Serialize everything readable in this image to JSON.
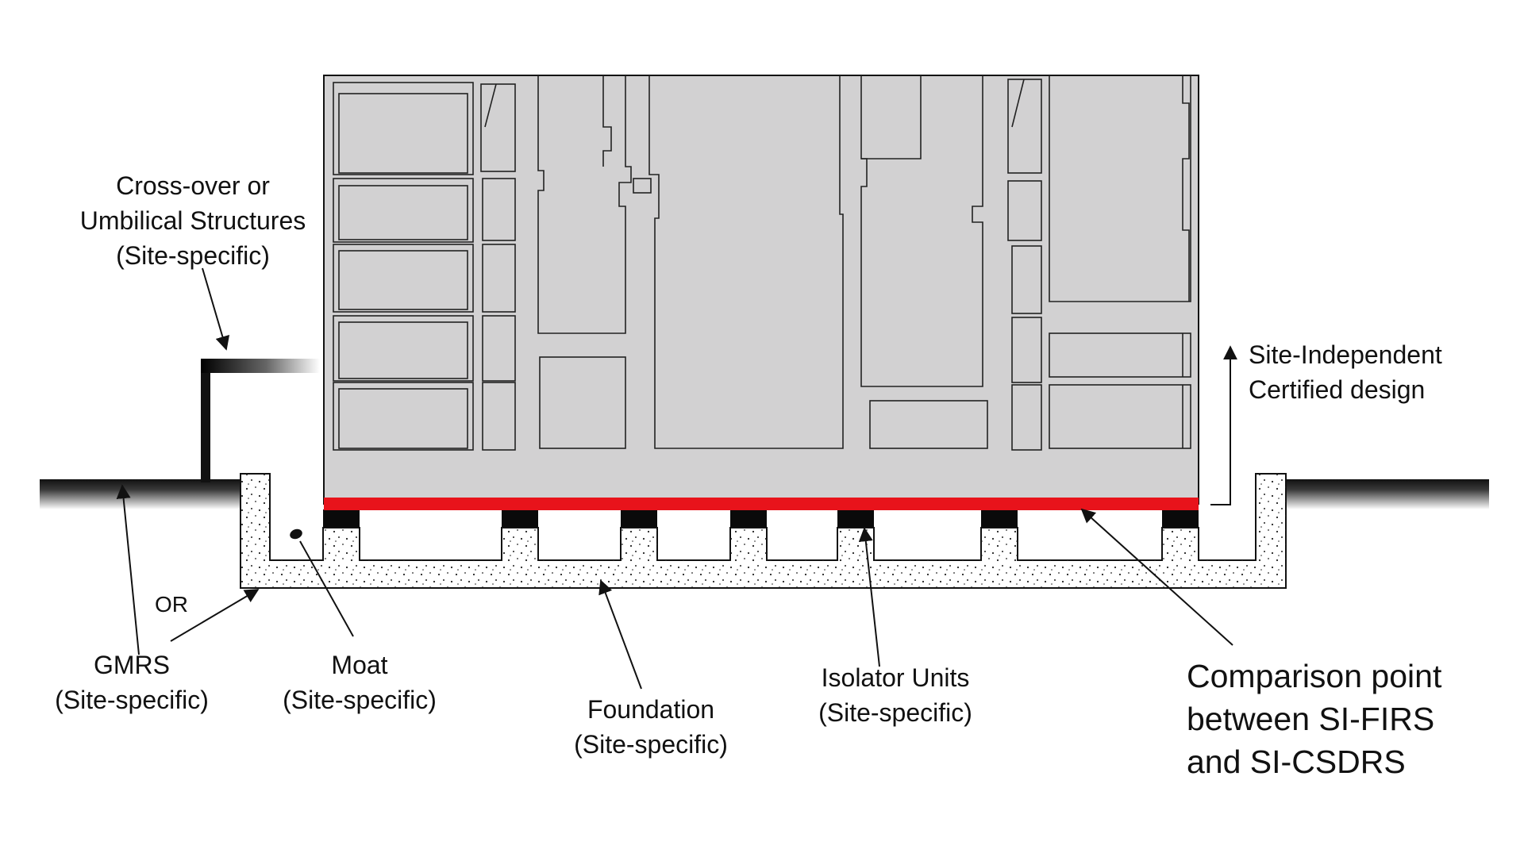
{
  "labels": {
    "crossover": [
      "Cross-over or",
      "Umbilical Structures",
      "(Site-specific)"
    ],
    "site_independent": [
      "Site-Independent",
      "Certified design"
    ],
    "or": "OR",
    "gmrs": [
      "GMRS",
      "(Site-specific)"
    ],
    "moat": [
      "Moat",
      "(Site-specific)"
    ],
    "foundation": [
      "Foundation",
      "(Site-specific)"
    ],
    "isolator": [
      "Isolator Units",
      "(Site-specific)"
    ],
    "comparison": [
      "Comparison point",
      "between SI-FIRS",
      "and SI-CSDRS"
    ]
  },
  "colors": {
    "building_fill": "#d2d1d2",
    "line": "#111111",
    "comparison_plane": "#e8131b",
    "isolator_fill": "#0a0a0a",
    "foundation_fill": "#ffffff"
  }
}
